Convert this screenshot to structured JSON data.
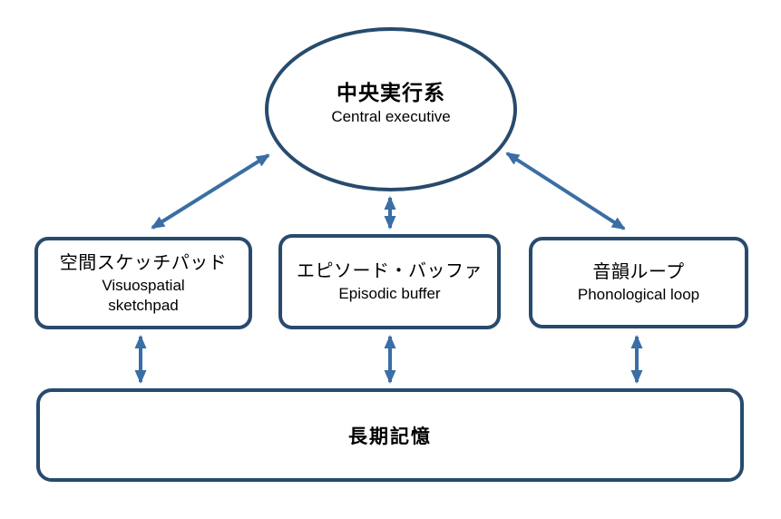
{
  "diagram": {
    "type": "working-memory-model",
    "background": "#ffffff",
    "colors": {
      "shape_border": "#274b6d",
      "arrow": "#3a6ea5",
      "text": "#000000",
      "shape_fill": "#ffffff"
    },
    "nodes": {
      "central_executive": {
        "shape": "ellipse",
        "ja": "中央実行系",
        "en": "Central executive"
      },
      "visuospatial": {
        "shape": "rounded-rect",
        "ja": "空間スケッチパッド",
        "en_lines": [
          "Visuospatial",
          "sketchpad"
        ]
      },
      "episodic": {
        "shape": "rounded-rect",
        "ja": "エピソード・バッファ",
        "en": "Episodic buffer"
      },
      "phonological": {
        "shape": "rounded-rect",
        "ja": "音韻ループ",
        "en": "Phonological loop"
      },
      "long_term_memory": {
        "shape": "rounded-rect",
        "ja": "長期記憶"
      }
    },
    "connections": [
      {
        "from": "central_executive",
        "to": "visuospatial",
        "bidirectional": true
      },
      {
        "from": "central_executive",
        "to": "episodic",
        "bidirectional": true
      },
      {
        "from": "central_executive",
        "to": "phonological",
        "bidirectional": true
      },
      {
        "from": "visuospatial",
        "to": "long_term_memory",
        "bidirectional": true
      },
      {
        "from": "episodic",
        "to": "long_term_memory",
        "bidirectional": true
      },
      {
        "from": "phonological",
        "to": "long_term_memory",
        "bidirectional": true
      }
    ]
  }
}
